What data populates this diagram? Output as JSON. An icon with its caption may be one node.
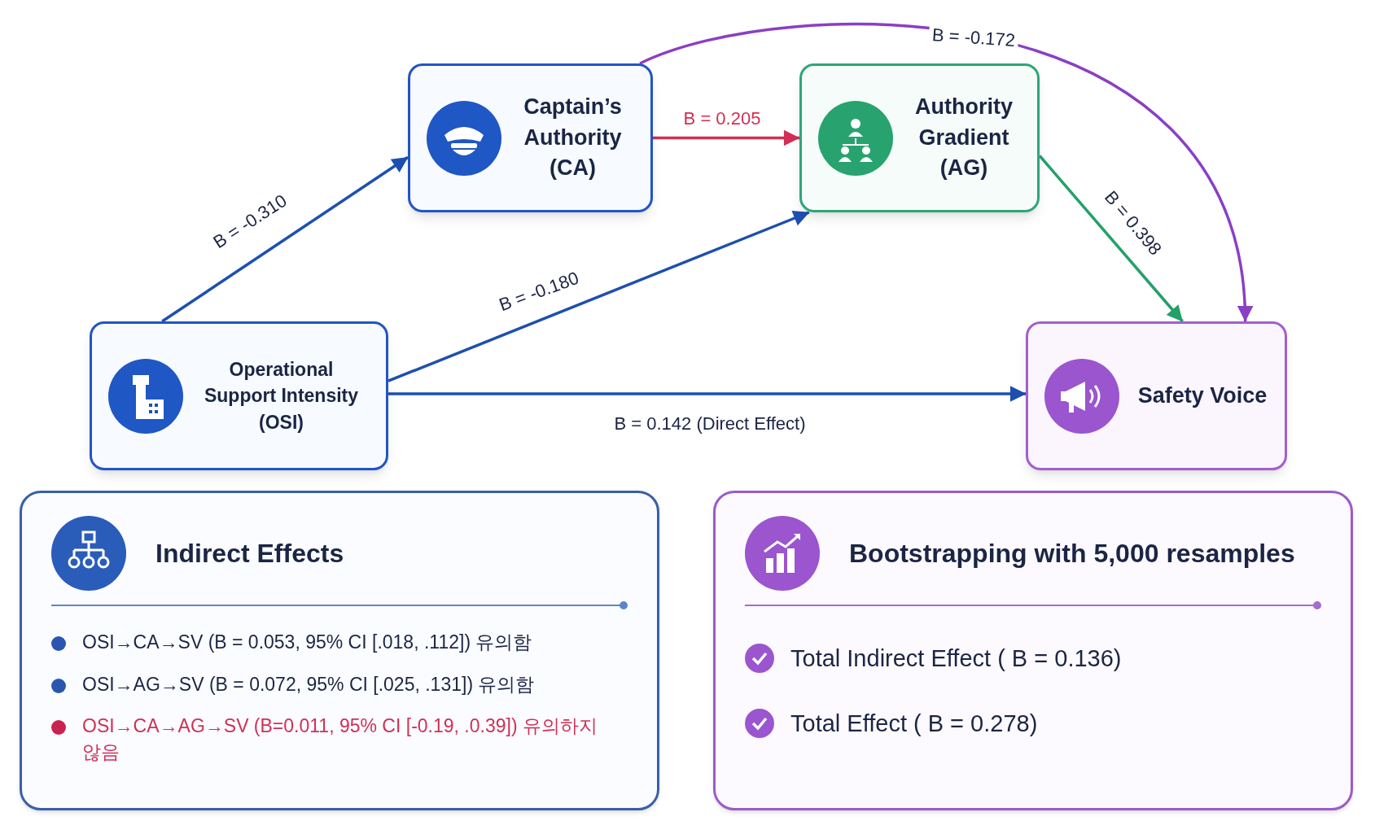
{
  "diagram": {
    "nodes": [
      {
        "text": [
          "Captain’s Authority (CA)"
        ]
      },
      {
        "text": [
          "Authority Gradient (AG)"
        ]
      },
      {
        "text": [
          "Operational Support Intensity (OSI)"
        ]
      },
      {
        "text": [
          "Safety Voice"
        ]
      },
      {
        "text": [
          "Indirect Effects",
          "OSI→CA→SV (B = 0.053, 95% CI [.018, .112]) 유의함",
          "OSI→AG→SV (B = 0.072, 95% CI [.025, .131]) 유의함",
          "OSI→CA→AG→SV (B=0.011, 95% CI [-0.19, .0.39]) 유의하지 않음"
        ]
      },
      {
        "text": [
          "Bootstrapping with 5,000 resamples",
          "Total Indirect Effect ( B = 0.136)",
          "Total Effect ( B = 0.278)"
        ]
      }
    ],
    "edges": [
      {
        "from": 2,
        "to": 0,
        "arrow": "to",
        "label": "B = -0.310"
      },
      {
        "from": 0,
        "to": 1,
        "arrow": "to",
        "label": "B = 0.205",
        "color": "#d12f55"
      },
      {
        "from": 0,
        "to": 3,
        "arrow": "to",
        "label": "B = -0.172",
        "color": "#8a3fc4"
      },
      {
        "from": 2,
        "to": 1,
        "arrow": "to",
        "label": "B = -0.180"
      },
      {
        "from": 1,
        "to": 3,
        "arrow": "to",
        "label": "B = 0.398",
        "color": "#24a06b"
      },
      {
        "from": 2,
        "to": 3,
        "arrow": "to",
        "label": "B = 0.142 (Direct Effect)"
      }
    ]
  }
}
